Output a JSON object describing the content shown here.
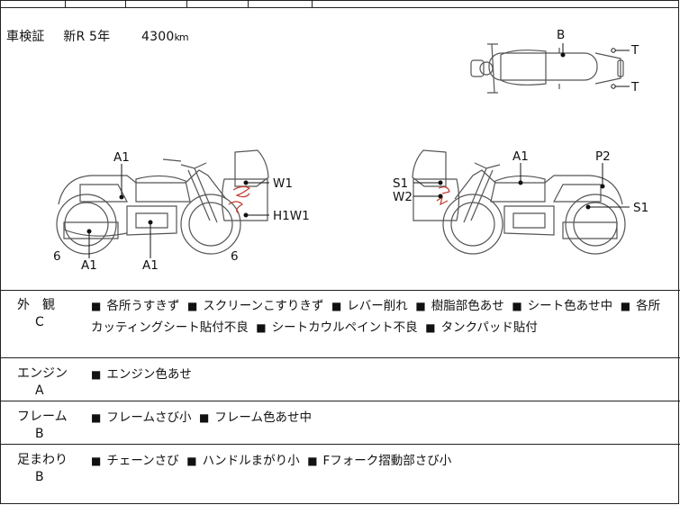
{
  "header": {
    "label": "車検証",
    "value": "新R 5年",
    "mileage": "4300",
    "unit": "km"
  },
  "diagram": {
    "top_view_marks": [
      "B",
      "T",
      "T"
    ],
    "left_view_marks": [
      "A1",
      "W1",
      "H1W1",
      "6",
      "A1",
      "A1",
      "6"
    ],
    "right_view_marks": [
      "A1",
      "P2",
      "S1",
      "W2",
      "S1"
    ]
  },
  "sections": [
    {
      "label": "外　観",
      "grade": "C",
      "items": [
        "各所うすきず",
        "スクリーンこすりきず",
        "レバー削れ",
        "樹脂部色あせ",
        "シート色あせ中",
        "各所カッティングシート貼付不良",
        "シートカウルペイント不良",
        "タンクパッド貼付"
      ]
    },
    {
      "label": "エンジン",
      "grade": "A",
      "items": [
        "エンジン色あせ"
      ]
    },
    {
      "label": "フレーム",
      "grade": "B",
      "items": [
        "フレームさび小",
        "フレーム色あせ中"
      ]
    },
    {
      "label": "足まわり",
      "grade": "B",
      "items": [
        "チェーンさび",
        "ハンドルまがり小",
        "Fフォーク摺動部さび小"
      ]
    }
  ],
  "bullet": "■"
}
